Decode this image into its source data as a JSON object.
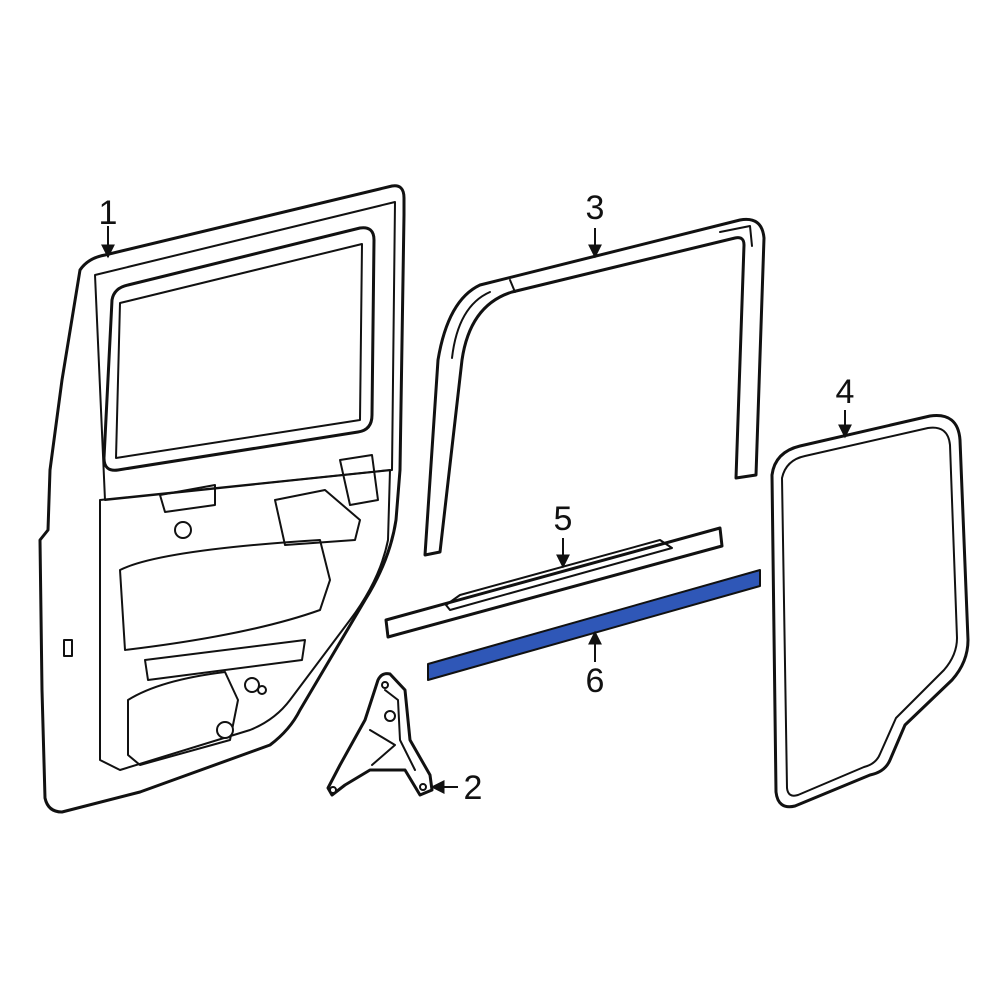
{
  "callouts": {
    "c1": "1",
    "c2": "2",
    "c3": "3",
    "c4": "4",
    "c5": "5",
    "c6": "6"
  },
  "colors": {
    "line": "#111111",
    "highlight": "#2f57b7",
    "background": "#ffffff"
  }
}
